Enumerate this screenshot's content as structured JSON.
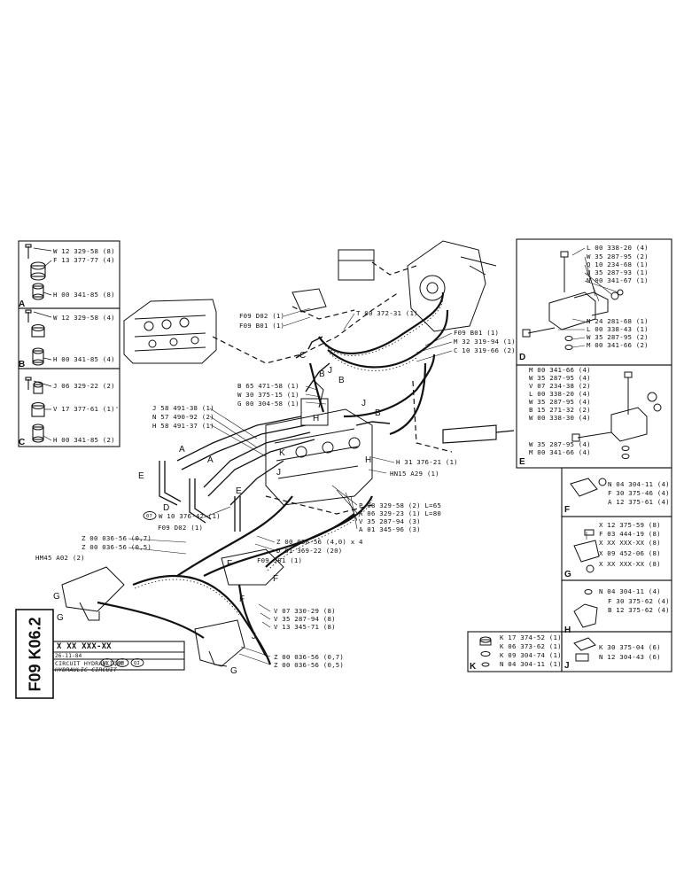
{
  "title_block": {
    "sheet_code": "F09 K06.2",
    "part_number": "X XX XXX-XX",
    "date": "26-11-84",
    "title_fr": "CIRCUIT HYDRAULIQUE",
    "title_en": "HYDRAULIC CIRCUIT",
    "variants": [
      "VY",
      "OH",
      "QI"
    ]
  },
  "left_panel": {
    "groupA": [
      "W 12 329-58 (8)",
      "F 13 377-77 (4)",
      "H 00 341-85 (8)"
    ],
    "groupB": [
      "W 12 329-58 (4)",
      "H 00 341-85 (4)"
    ],
    "groupC": [
      "J 06 329-22 (2)",
      "V 17 377-61 (1)'",
      "H 00 341-85 (2)"
    ],
    "letters": [
      "A",
      "B",
      "C"
    ]
  },
  "right_panels": {
    "D": [
      "L 00 338-20 (4)",
      "W 35 287-95 (2)",
      "Q 10 234-68 (1)",
      "U 35 287-93 (1)",
      "N 00 341-67 (1)",
      "N 24 281-68 (1)",
      "L 00 338-43 (1)",
      "W 35 287-95 (2)",
      "M 00 341-66 (2)"
    ],
    "E": [
      "M 00 341-66 (4)",
      "W 35 287-95 (4)",
      "V 07 234-38 (2)",
      "L 00 338-20 (4)",
      "W 35 287-95 (4)",
      "B 15 271-32 (2)",
      "W 00 338-30 (4)",
      "W 35 287-95 (4)",
      "M 00 341-66 (4)"
    ],
    "F": [
      "N 04 304-11 (4)",
      "F 30 375-46 (4)",
      "A 12 375-61 (4)"
    ],
    "G": [
      "X 12 375-59 (8)",
      "F 03 444-19 (8)",
      "X XX XXX-XX (8)",
      "X 09 452-06 (8)",
      "X XX XXX-XX (8)"
    ],
    "H": [
      "N 04 304-11 (4)",
      "F 30 375-62 (4)",
      "B 12 375-62 (4)"
    ],
    "J": [
      "K 30 375-04 (6)",
      "N 12 304-43 (6)"
    ],
    "K": [
      "K 17 374-52 (1)",
      "K 06 373-62 (1)",
      "K 09 304-74 (1)",
      "N 04 304-11 (1)"
    ]
  },
  "main_labels": {
    "f09d02": "F09 D02 (1)",
    "f09b01": "F09 B01 (1)",
    "t00": "T 00 372-31 (1)",
    "f09b01r": "F09 B01 (1)",
    "m32": "M 32 319-94 (1)",
    "c10": "C 10 319-66 (2)",
    "b65": "B 65 471-58 (1)",
    "w30": "W 30 375-15 (1)",
    "g00": "G 00 304-58 (1)",
    "j58": "J 58 491-38 (1)",
    "n57": "N 57 490-92 (2)",
    "h58": "H 58 491-37 (1)",
    "h31": "H 31 376-21 (1)",
    "hn15": "HN15 A29 (1)",
    "p08": "P 08 329-58 (2) L=65",
    "k06": "K 06 329-23 (1) L=80",
    "v35a": "V 35 287-94 (3)",
    "a01": "A 01 345-96 (3)",
    "w10": "W 10 376-42 (1)",
    "f09d02b": "F09 D02 (1)",
    "z00a": "Z 00 036-56 (4,0) x 4",
    "d01": "D 01 369-22 (20)",
    "f09j01": "F09 J01 (1)",
    "z07": "Z 00 036-56 (0,7)",
    "z05": "Z 00 036-56 (0,5)",
    "hm45": "HM45 A02 (2)",
    "v07": "V 07 330-29 (8)",
    "v35b": "V 35 287-94 (8)",
    "v13": "V 13 345-71 (8)",
    "z07b": "Z 00 036-56 (0,7)",
    "z05b": "Z 00 036-56 (0,5)",
    "var07": "07"
  }
}
